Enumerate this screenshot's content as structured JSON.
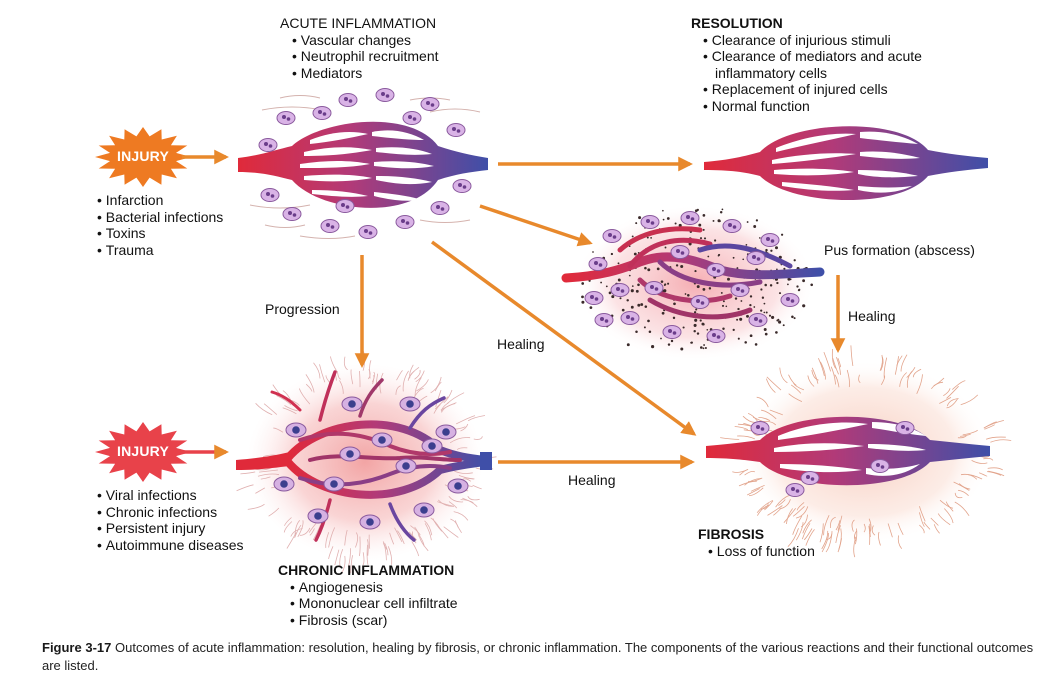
{
  "acute": {
    "title": "ACUTE INFLAMMATION",
    "items": [
      "Vascular changes",
      "Neutrophil recruitment",
      "Mediators"
    ]
  },
  "resolution": {
    "title": "RESOLUTION",
    "items": [
      "Clearance of injurious stimuli",
      "Clearance of mediators and acute",
      "inflammatory cells",
      "Replacement of injured cells",
      "Normal function"
    ]
  },
  "injury_top": {
    "label": "INJURY",
    "items": [
      "Infarction",
      "Bacterial infections",
      "Toxins",
      "Trauma"
    ]
  },
  "injury_bottom": {
    "label": "INJURY",
    "items": [
      "Viral infections",
      "Chronic infections",
      "Persistent injury",
      "Autoimmune diseases"
    ]
  },
  "chronic": {
    "title": "CHRONIC INFLAMMATION",
    "items": [
      "Angiogenesis",
      "Mononuclear cell infiltrate",
      "Fibrosis (scar)"
    ]
  },
  "fibrosis": {
    "title": "FIBROSIS",
    "items": [
      "Loss of function"
    ]
  },
  "arrows": {
    "pus": "Pus formation (abscess)",
    "progression": "Progression",
    "healing_diag": "Healing",
    "healing_right": "Healing",
    "healing_bottom": "Healing"
  },
  "caption": {
    "figure": "Figure 3-17",
    "text": "Outcomes of acute inflammation: resolution, healing by fibrosis, or chronic inflammation. The components of the various reactions and their functional outcomes are listed."
  },
  "colors": {
    "arrow": "#e8892c",
    "artery": "#e02a3a",
    "vein": "#3f4fa8",
    "injury_star_top": "#ee7a22",
    "injury_star_bottom": "#e8424a",
    "cell": "#c79ad8",
    "tissue_pink": "#f4b4b4"
  }
}
